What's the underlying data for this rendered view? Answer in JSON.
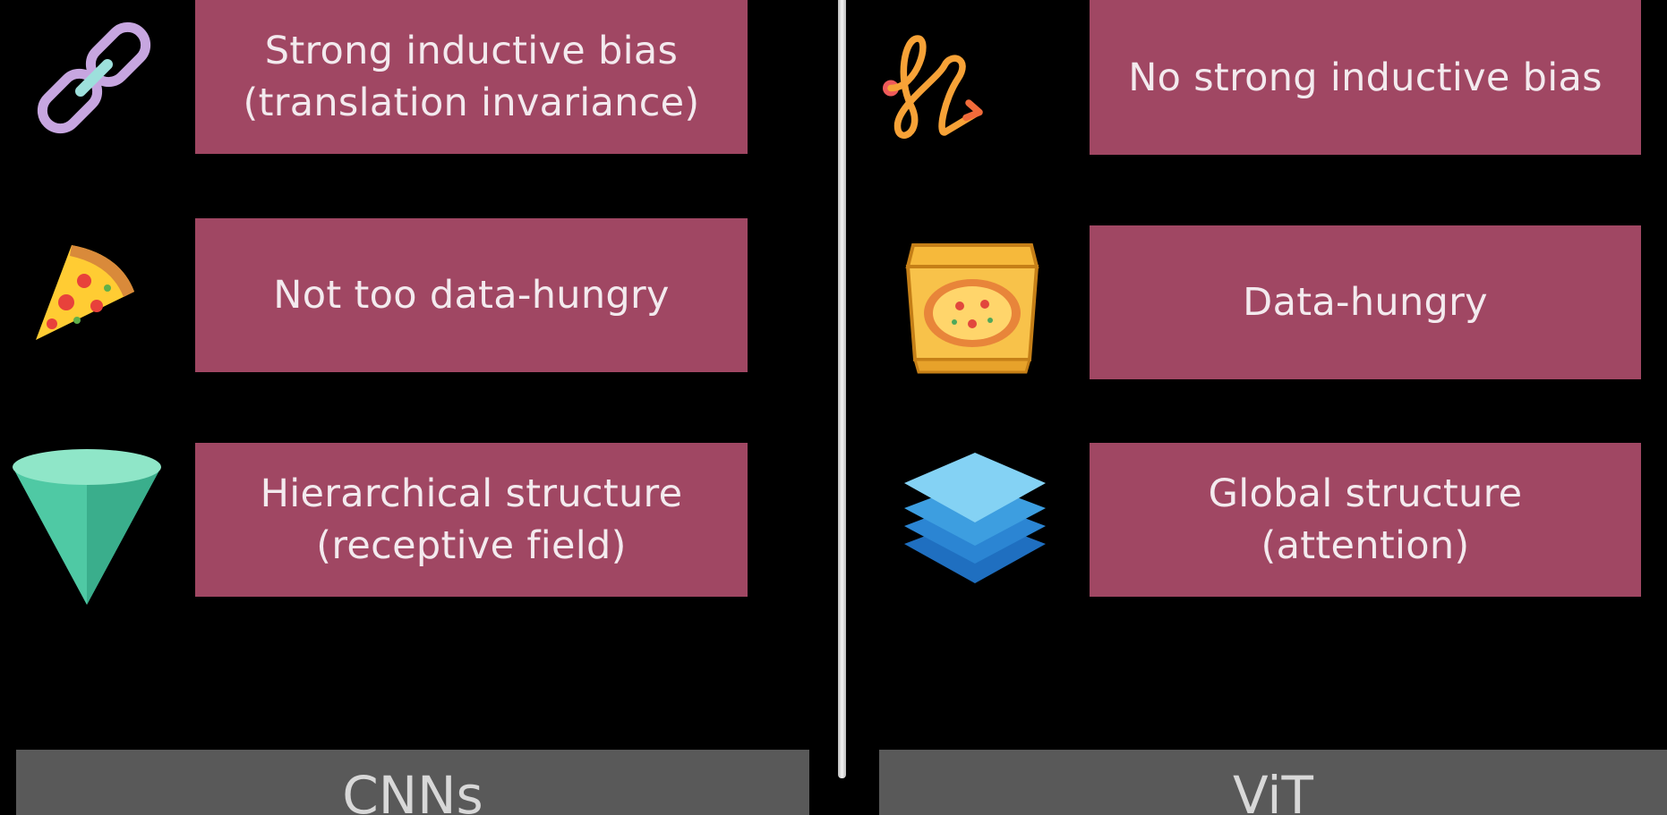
{
  "left": {
    "title": "CNNs",
    "items": [
      {
        "icon": "chain-link-icon",
        "text": "Strong inductive bias\n(translation invariance)"
      },
      {
        "icon": "pizza-slice-icon",
        "text": "Not too data-hungry"
      },
      {
        "icon": "cone-icon",
        "text": "Hierarchical structure\n(receptive field)"
      }
    ]
  },
  "right": {
    "title": "ViT",
    "items": [
      {
        "icon": "squiggle-arrow-icon",
        "text": "No strong inductive bias"
      },
      {
        "icon": "pizza-box-icon",
        "text": "Data-hungry"
      },
      {
        "icon": "layers-stack-icon",
        "text": "Global structure\n(attention)"
      }
    ]
  },
  "colors": {
    "card": "#a04763",
    "footer": "#595959",
    "background": "#000000"
  }
}
